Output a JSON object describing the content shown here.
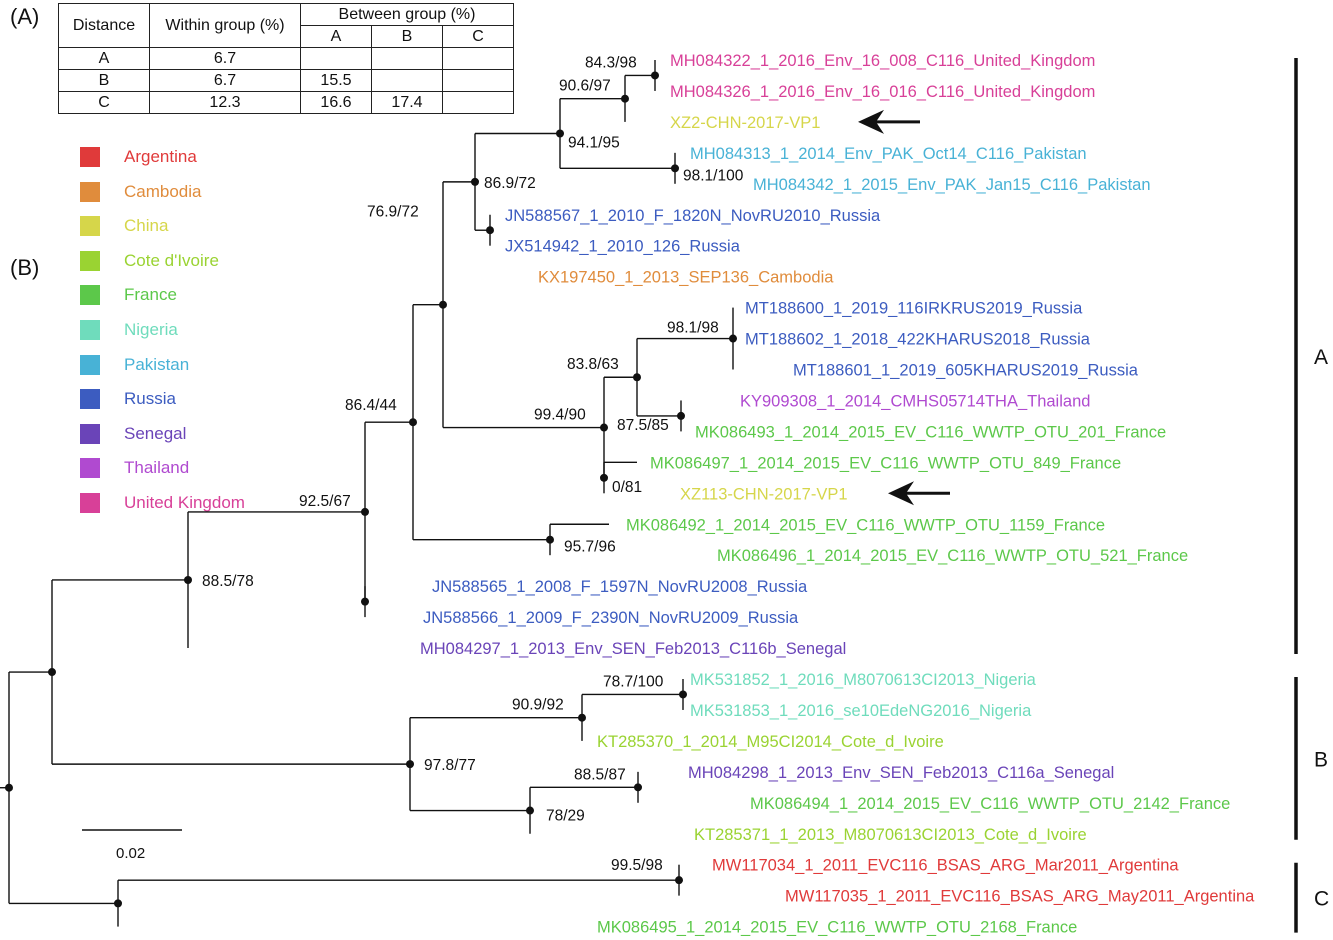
{
  "panel_labels": {
    "a": "(A)",
    "b": "(B)"
  },
  "distance_table": {
    "header_distance": "Distance",
    "header_within": "Within group (%)",
    "header_between": "Between group (%)",
    "sub_headers": [
      "A",
      "B",
      "C"
    ],
    "rows": [
      {
        "group": "A",
        "within": "6.7",
        "between": [
          "",
          "",
          ""
        ]
      },
      {
        "group": "B",
        "within": "6.7",
        "between": [
          "15.5",
          "",
          ""
        ]
      },
      {
        "group": "C",
        "within": "12.3",
        "between": [
          "16.6",
          "17.4",
          ""
        ]
      }
    ]
  },
  "legend": [
    {
      "country": "Argentina",
      "color": "#e03a3a"
    },
    {
      "country": "Cambodia",
      "color": "#e08c3c"
    },
    {
      "country": "China",
      "color": "#d6d64a"
    },
    {
      "country": "Cote d'Ivoire",
      "color": "#9ad332"
    },
    {
      "country": "France",
      "color": "#5cc84a"
    },
    {
      "country": "Nigeria",
      "color": "#6fdcbc"
    },
    {
      "country": "Pakistan",
      "color": "#48b2d6"
    },
    {
      "country": "Russia",
      "color": "#3c5cc0"
    },
    {
      "country": "Senegal",
      "color": "#6a44b8"
    },
    {
      "country": "Thailand",
      "color": "#b04ad0"
    },
    {
      "country": "United Kingdom",
      "color": "#d84098"
    }
  ],
  "leaves": [
    {
      "label": "MH084322_1_2016_Env_16_008_C116_United_Kingdom",
      "color": "#d84098"
    },
    {
      "label": "MH084326_1_2016_Env_16_016_C116_United_Kingdom",
      "color": "#d84098"
    },
    {
      "label": "XZ2-CHN-2017-VP1",
      "color": "#d6d64a"
    },
    {
      "label": "MH084313_1_2014_Env_PAK_Oct14_C116_Pakistan",
      "color": "#48b2d6"
    },
    {
      "label": "MH084342_1_2015_Env_PAK_Jan15_C116_Pakistan",
      "color": "#48b2d6"
    },
    {
      "label": "JN588567_1_2010_F_1820N_NovRU2010_Russia",
      "color": "#3c5cc0"
    },
    {
      "label": "JX514942_1_2010_126_Russia",
      "color": "#3c5cc0"
    },
    {
      "label": "KX197450_1_2013_SEP136_Cambodia",
      "color": "#e08c3c"
    },
    {
      "label": "MT188600_1_2019_116IRKRUS2019_Russia",
      "color": "#3c5cc0"
    },
    {
      "label": "MT188602_1_2018_422KHARUS2018_Russia",
      "color": "#3c5cc0"
    },
    {
      "label": "MT188601_1_2019_605KHARUS2019_Russia",
      "color": "#3c5cc0"
    },
    {
      "label": "KY909308_1_2014_CMHS05714THA_Thailand",
      "color": "#b04ad0"
    },
    {
      "label": "MK086493_1_2014_2015_EV_C116_WWTP_OTU_201_France",
      "color": "#5cc84a"
    },
    {
      "label": "MK086497_1_2014_2015_EV_C116_WWTP_OTU_849_France",
      "color": "#5cc84a"
    },
    {
      "label": "XZ113-CHN-2017-VP1",
      "color": "#d6d64a"
    },
    {
      "label": "MK086492_1_2014_2015_EV_C116_WWTP_OTU_1159_France",
      "color": "#5cc84a"
    },
    {
      "label": "MK086496_1_2014_2015_EV_C116_WWTP_OTU_521_France",
      "color": "#5cc84a"
    },
    {
      "label": "JN588565_1_2008_F_1597N_NovRU2008_Russia",
      "color": "#3c5cc0"
    },
    {
      "label": "JN588566_1_2009_F_2390N_NovRU2009_Russia",
      "color": "#3c5cc0"
    },
    {
      "label": "MH084297_1_2013_Env_SEN_Feb2013_C116b_Senegal",
      "color": "#6a44b8"
    },
    {
      "label": "MK531852_1_2016_M8070613CI2013_Nigeria",
      "color": "#6fdcbc"
    },
    {
      "label": "MK531853_1_2016_se10EdeNG2016_Nigeria",
      "color": "#6fdcbc"
    },
    {
      "label": "KT285370_1_2014_M95CI2014_Cote_d_Ivoire",
      "color": "#9ad332"
    },
    {
      "label": "MH084298_1_2013_Env_SEN_Feb2013_C116a_Senegal",
      "color": "#6a44b8"
    },
    {
      "label": "MK086494_1_2014_2015_EV_C116_WWTP_OTU_2142_France",
      "color": "#5cc84a"
    },
    {
      "label": "KT285371_1_2013_M8070613CI2013_Cote_d_Ivoire",
      "color": "#9ad332"
    },
    {
      "label": "MW117034_1_2011_EVC116_BSAS_ARG_Mar2011_Argentina",
      "color": "#e03a3a"
    },
    {
      "label": "MW117035_1_2011_EVC116_BSAS_ARG_May2011_Argentina",
      "color": "#e03a3a"
    },
    {
      "label": "MK086495_1_2014_2015_EV_C116_WWTP_OTU_2168_France",
      "color": "#5cc84a"
    }
  ],
  "support_values": [
    "84.3/98",
    "90.6/97",
    "94.1/95",
    "98.1/100",
    "86.9/72",
    "76.9/72",
    "98.1/98",
    "83.8/63",
    "87.5/85",
    "99.4/90",
    "0/81",
    "86.4/44",
    "95.7/96",
    "92.5/67",
    "88.5/78",
    "78.7/100",
    "90.9/92",
    "88.5/87",
    "78/29",
    "97.8/77",
    "99.5/98"
  ],
  "clades": [
    "A",
    "B",
    "C"
  ],
  "scale_bar": {
    "label": "0.02",
    "value": 0.02
  },
  "arrows_point_to": [
    "XZ2-CHN-2017-VP1",
    "XZ113-CHN-2017-VP1"
  ]
}
